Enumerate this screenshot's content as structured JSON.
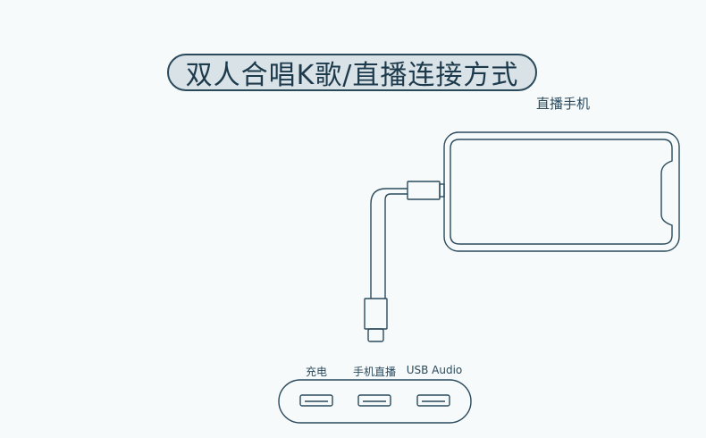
{
  "title": "双人合唱K歌/直播连接方式",
  "phone_label": "直播手机",
  "ports": [
    {
      "label": "充电"
    },
    {
      "label": "手机直播"
    },
    {
      "label": "USB Audio"
    }
  ],
  "colors": {
    "background": "#f7fafa",
    "stroke": "#2a4a5c",
    "title_fill": "#d9e2e6"
  }
}
